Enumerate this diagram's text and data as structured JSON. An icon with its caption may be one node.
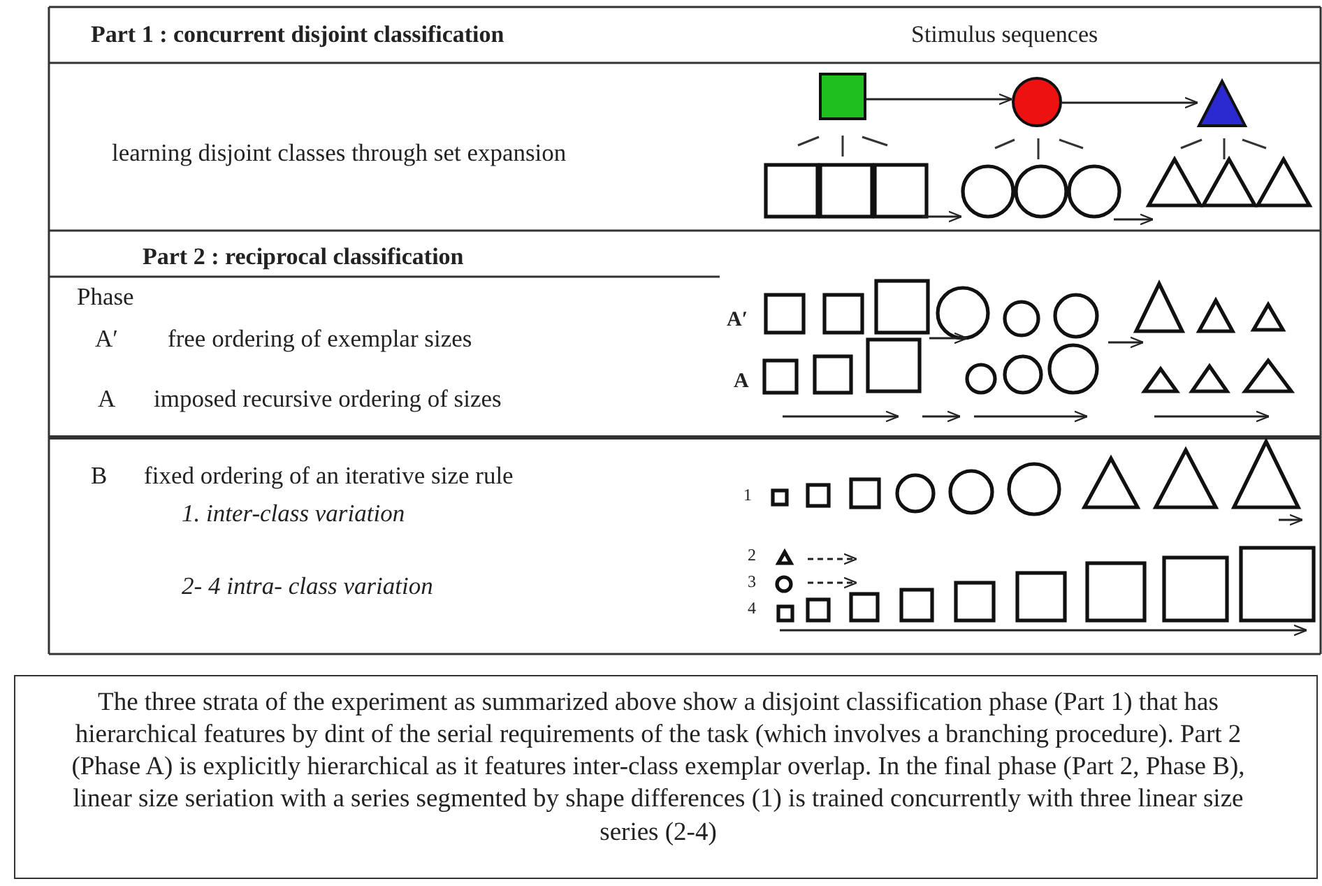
{
  "diagram": {
    "nodes": [
      {
        "text": [],
        "shape": "box"
      },
      {
        "text": [],
        "shape": "circle"
      },
      {
        "text": [],
        "shape": "triangle"
      }
    ],
    "edges": [
      {
        "from": 0,
        "to": 1,
        "arrow": "to"
      },
      {
        "from": 1,
        "to": 2,
        "arrow": "to"
      }
    ],
    "labels": [
      "Part 1 : concurrent disjoint classification",
      "Stimulus sequences",
      "learning disjoint classes through set expansion",
      "Part 2 : reciprocal classification",
      "Phase",
      "A′",
      "free ordering of exemplar sizes",
      "A",
      "imposed recursive ordering of sizes",
      "A′",
      "A",
      "B",
      "fixed ordering of an iterative size rule",
      "1. inter-class variation",
      "2- 4 intra- class variation",
      "1",
      "2",
      "3",
      "4"
    ],
    "caption": "The three strata of the experiment as summarized above show a disjoint classification phase (Part 1) that has hierarchical features by dint of the serial requirements of the task (which involves a branching procedure). Part 2 (Phase A) is explicitly hierarchical as it features inter-class exemplar overlap. In the final phase (Part 2, Phase B), linear size seriation with a series segmented by shape differences (1) is trained concurrently with three linear size series (2-4)"
  }
}
